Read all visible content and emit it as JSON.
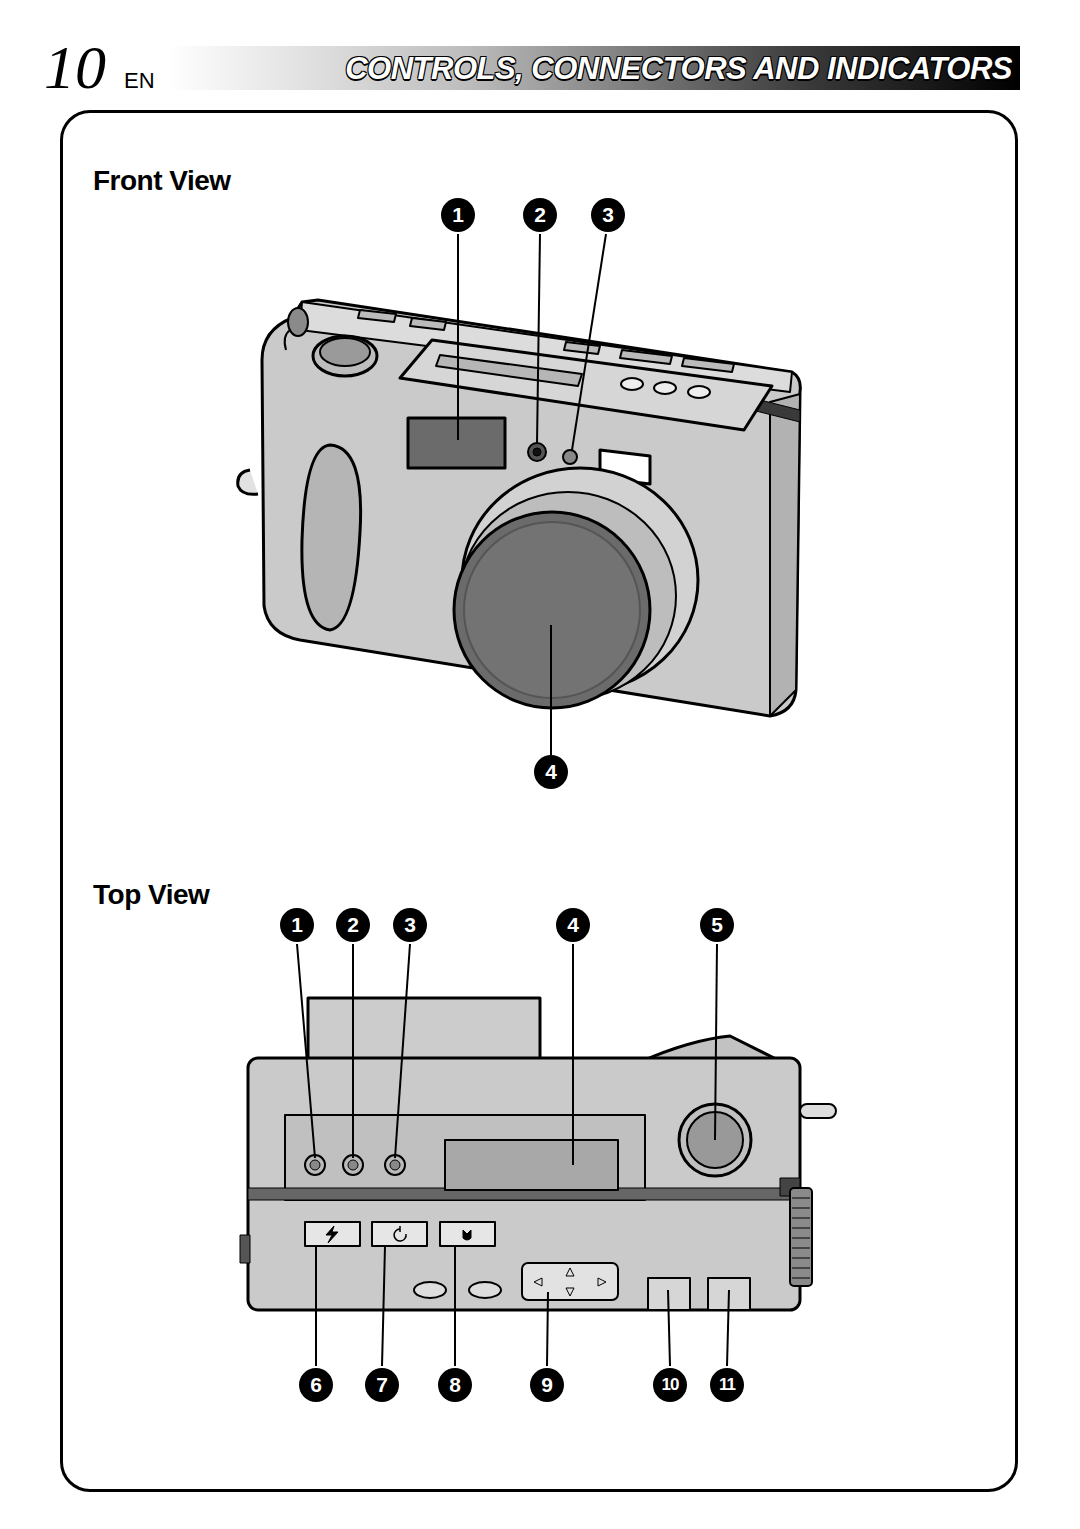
{
  "diagram": {
    "title": "CONTROLS, CONNECTORS AND INDICATORS",
    "nodes": [
      {
        "text": [
          "Front View",
          "Top View"
        ]
      }
    ],
    "labels": [
      "10",
      "EN",
      "1",
      "2",
      "3",
      "4",
      "1",
      "2",
      "3",
      "4",
      "5",
      "6",
      "7",
      "8",
      "9",
      "10",
      "11"
    ]
  }
}
